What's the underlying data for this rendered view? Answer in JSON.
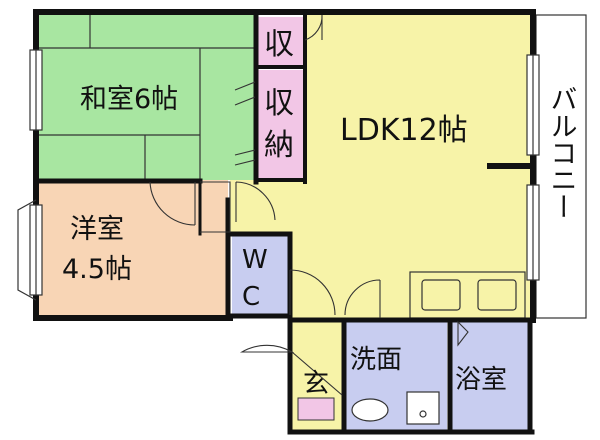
{
  "floorplan": {
    "rooms": {
      "washitsu": {
        "label": "和室6帖",
        "fill": "#a8e6a1"
      },
      "yoshitsu": {
        "line1": "洋室",
        "line2": "4.5帖",
        "fill": "#f8d5b5"
      },
      "ldk": {
        "label": "LDK12帖",
        "fill": "#f7f3a8"
      },
      "storage_top": {
        "label": "収",
        "fill": "#f2c6e6"
      },
      "storage_mid": {
        "line1": "収",
        "line2": "納",
        "fill": "#f2c6e6"
      },
      "wc": {
        "line1": "W",
        "line2": "C",
        "fill": "#c8cdf0"
      },
      "senmen": {
        "label": "洗面",
        "fill": "#c8cdf0"
      },
      "yokushitsu": {
        "label": "浴室",
        "fill": "#c8cdf0"
      },
      "genkan": {
        "label": "玄",
        "fill": "#f7f3a8"
      },
      "balcony": {
        "label": "バルコニー",
        "fill": "#ffffff"
      }
    },
    "wall_color": "#111111",
    "thin_line_color": "#333333"
  }
}
